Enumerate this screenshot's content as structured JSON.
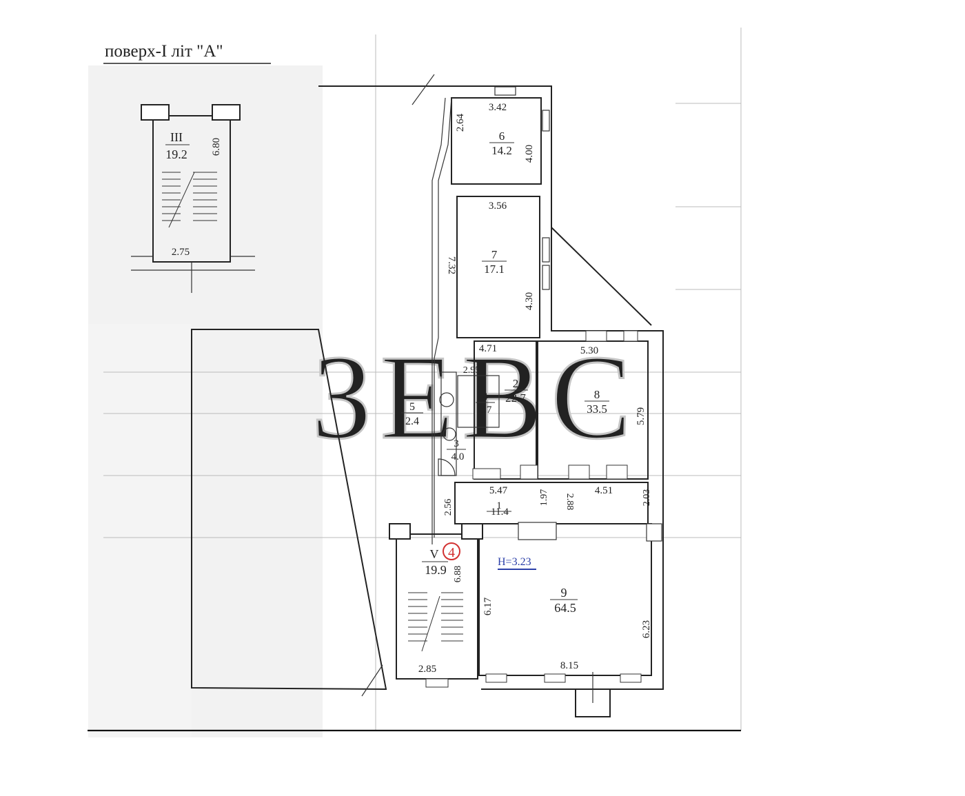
{
  "header": {
    "title": "поверх-I  літ \"A\""
  },
  "watermark": {
    "text": "ЗЕВС",
    "color": "#c8c8c8"
  },
  "stair_upper": {
    "number": "III",
    "area": "19.2",
    "dims": [
      "6.80",
      "2.75"
    ]
  },
  "stair_lower": {
    "number": "V",
    "area": "19.9",
    "dims": [
      "6.88",
      "2.85"
    ],
    "marker": "4",
    "marker_color": "#d23030"
  },
  "height_note": {
    "text": "H=3.23",
    "color": "#2a3ea8"
  },
  "rooms": [
    {
      "id": "r6",
      "number": "6",
      "area": "14.2"
    },
    {
      "id": "r7",
      "number": "7",
      "area": "17.1"
    },
    {
      "id": "r5",
      "number": "5",
      "area": "2.4"
    },
    {
      "id": "r4",
      "number": "4",
      "area": "3.7"
    },
    {
      "id": "r2",
      "number": "2",
      "area": "22.7"
    },
    {
      "id": "r8",
      "number": "8",
      "area": "33.5"
    },
    {
      "id": "r3",
      "number": "3",
      "area": "4.0"
    },
    {
      "id": "r1",
      "number": "1",
      "area": "11.4"
    },
    {
      "id": "r9",
      "number": "9",
      "area": "64.5"
    }
  ],
  "dimensions": [
    "3.42",
    "2.64",
    "4.00",
    "3.56",
    "7.32",
    "4.30",
    "4.71",
    "5.30",
    "2.95",
    "5.79",
    "5.47",
    "4.51",
    "1.97",
    "2.88",
    "2.03",
    "2.56",
    "6.17",
    "6.23",
    "8.15"
  ]
}
